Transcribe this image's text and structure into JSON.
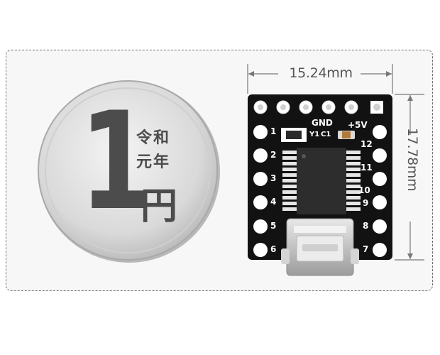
{
  "coin": {
    "number": "1",
    "era_line1": "令和",
    "era_line2": "元年",
    "unit": "円"
  },
  "board": {
    "width_label": "15.24mm",
    "height_label": "17.78mm",
    "labels": {
      "gnd": "GND",
      "vcc": "+5V",
      "y1": "Y1",
      "c1": "C1",
      "pin1": "1",
      "pin2": "2",
      "pin3": "3",
      "pin4": "4",
      "pin5": "5",
      "pin6": "6",
      "pin7": "7",
      "pin8": "8",
      "pin9": "9",
      "pin10": "10",
      "pin11": "11",
      "pin12": "12"
    }
  }
}
